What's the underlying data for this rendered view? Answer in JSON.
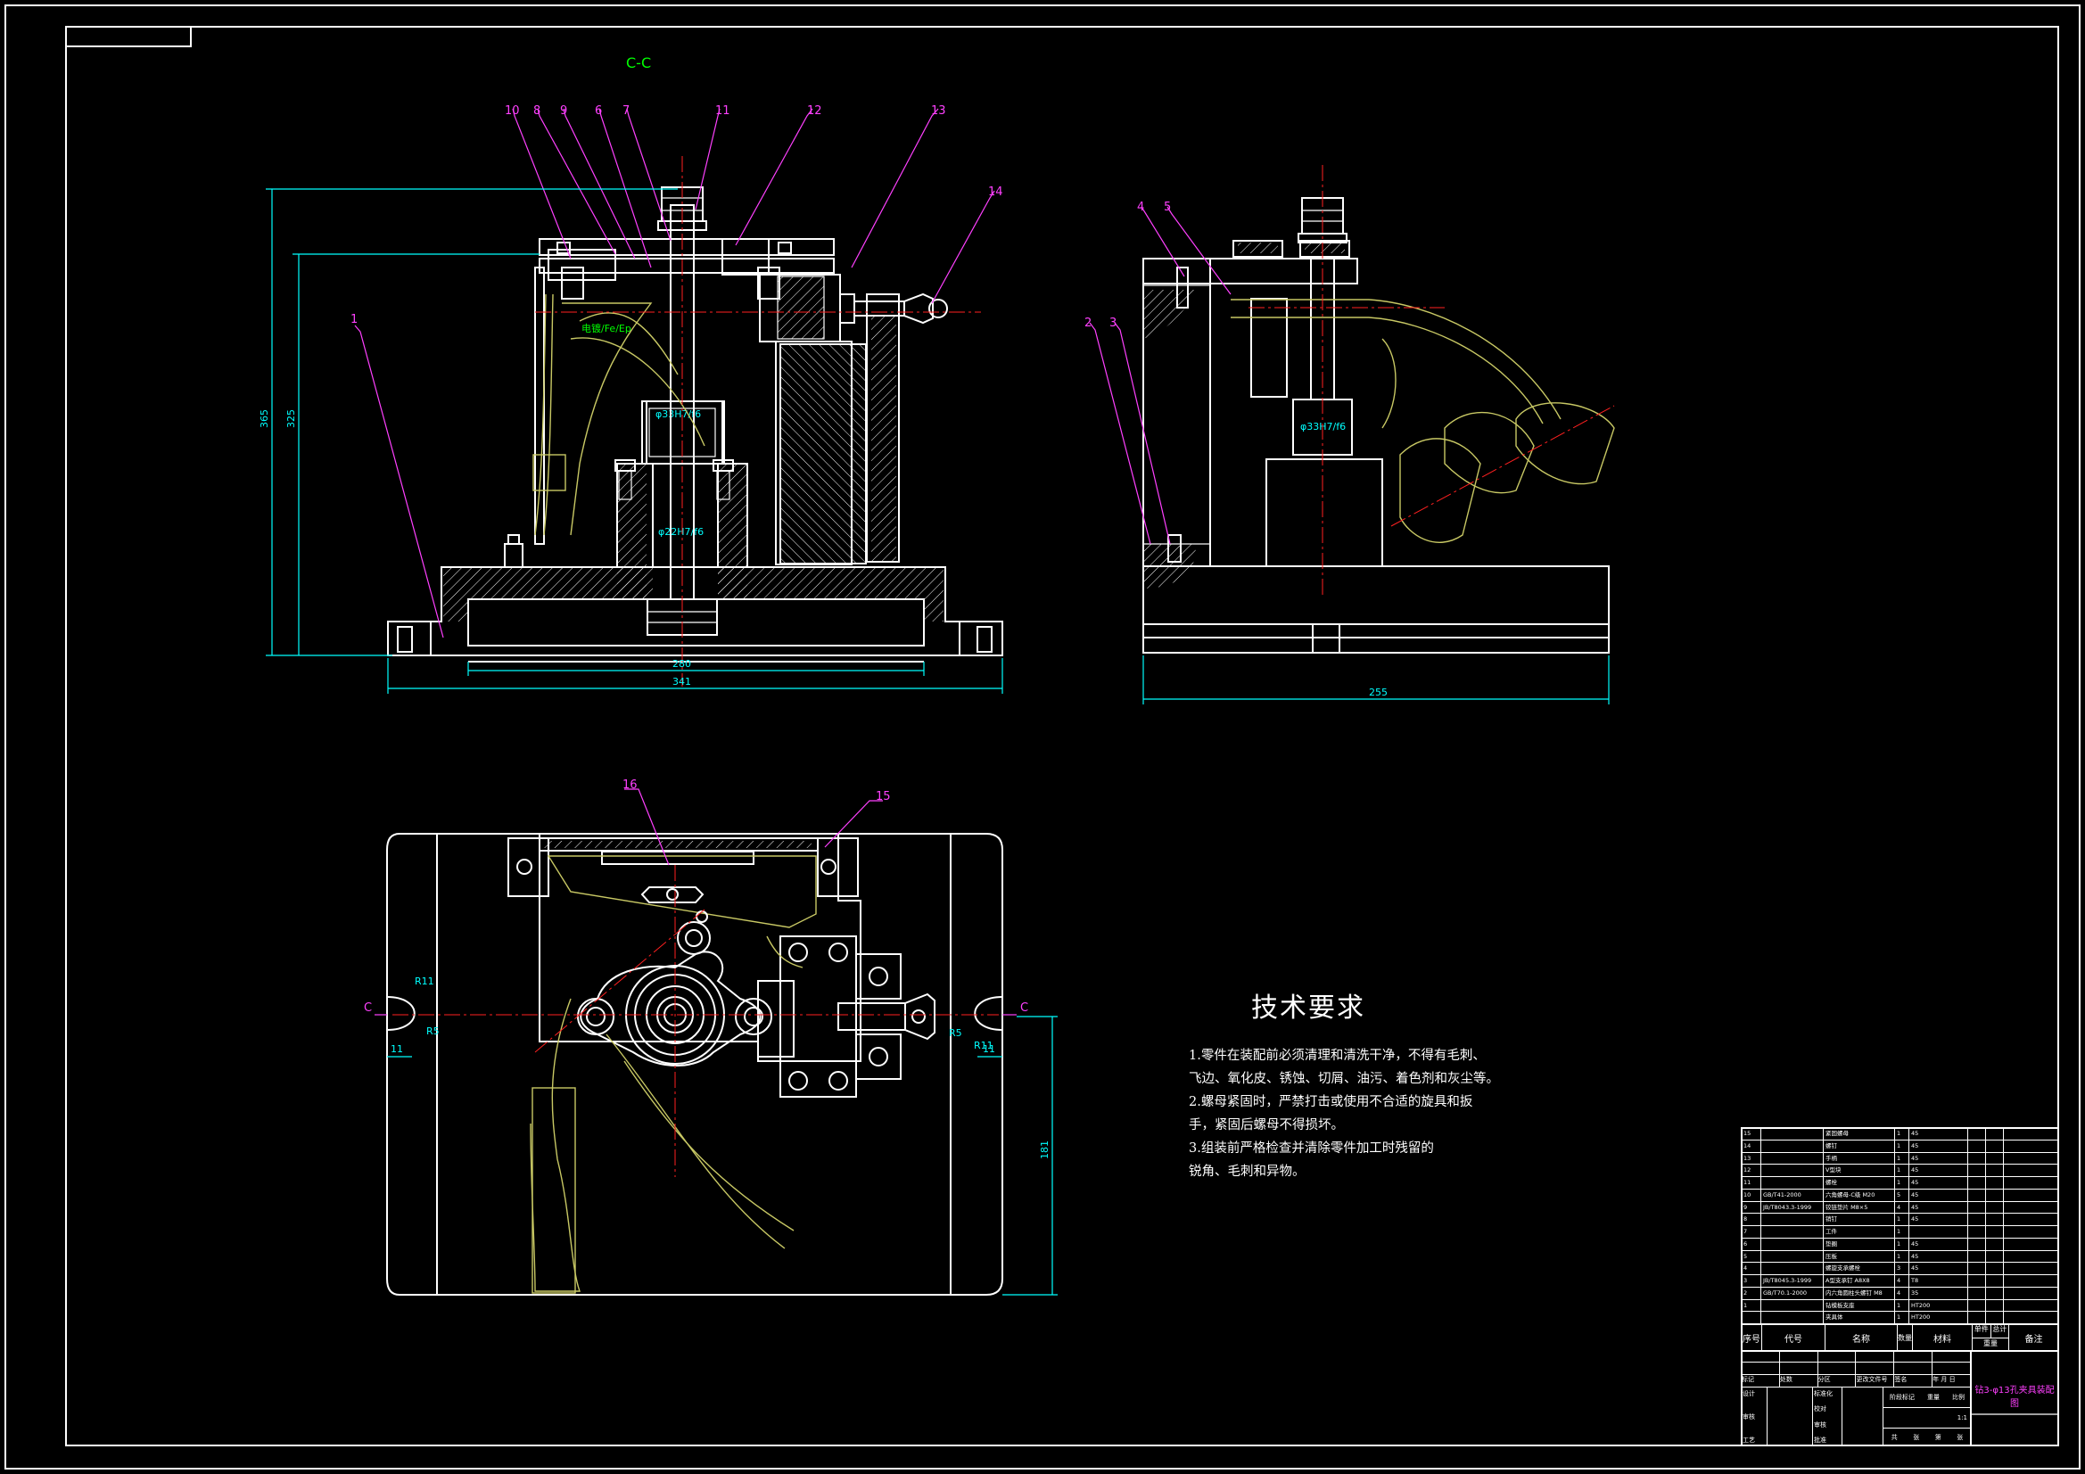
{
  "section_label": "C-C",
  "part_numbers": {
    "front": [
      "10",
      "8",
      "9",
      "6",
      "7",
      "11",
      "12",
      "13",
      "14",
      "1"
    ],
    "side": [
      "4",
      "5",
      "2",
      "3"
    ],
    "plan": [
      "16",
      "15"
    ]
  },
  "dimensions": {
    "front_height_total": "365",
    "front_height_inner": "325",
    "front_width_inner": "280",
    "front_width_total": "341",
    "side_width": "255",
    "plan_height": "181",
    "fit_1": "φ33H7/f6",
    "fit_2": "φ22H7/f6",
    "fit_side": "φ33H7/f6",
    "radius_r11_left": "R11",
    "radius_r5_left": "R5",
    "radius_r11_right": "R11",
    "radius_r5_right": "R5",
    "slot_11_left": "11",
    "slot_11_right": "11",
    "section_mark_left": "C",
    "section_mark_right": "C",
    "chamfer_label": "电镀/Fe/Ep"
  },
  "tech_requirements": {
    "title": "技术要求",
    "items": [
      "1.零件在装配前必须清理和清洗干净，不得有毛刺、",
      "飞边、氧化皮、锈蚀、切屑、油污、着色剂和灰尘等。",
      "2.螺母紧固时，严禁打击或使用不合适的旋具和扳",
      "手，紧固后螺母不得损坏。",
      "3.组装前严格检查并清除零件加工时残留的",
      "锐角、毛刺和异物。"
    ]
  },
  "title_block": {
    "drawing_title": "钻3-φ13孔夹具装配图",
    "header": [
      "序号",
      "代号",
      "名称",
      "数量",
      "材料",
      "单件",
      "总计",
      "备注"
    ],
    "weight_header": "重量",
    "rows": [
      [
        "15",
        "",
        "紧固螺母",
        "1",
        "45"
      ],
      [
        "14",
        "",
        "螺钉",
        "1",
        "45"
      ],
      [
        "13",
        "",
        "手柄",
        "1",
        "45"
      ],
      [
        "12",
        "",
        "V型块",
        "1",
        "45"
      ],
      [
        "11",
        "",
        "螺栓",
        "1",
        "45"
      ],
      [
        "10",
        "GB/T41-2000",
        "六角螺母-C级 M20",
        "5",
        "45"
      ],
      [
        "9",
        "JB/T8043.3-1999",
        "铰链垫片 M8×5",
        "4",
        "45"
      ],
      [
        "8",
        "",
        "销钉",
        "1",
        "45"
      ],
      [
        "7",
        "",
        "工件",
        "1",
        ""
      ],
      [
        "6",
        "",
        "垫圈",
        "1",
        "45"
      ],
      [
        "5",
        "",
        "压板",
        "1",
        "45"
      ],
      [
        "4",
        "",
        "螺旋支承螺栓",
        "3",
        "45"
      ],
      [
        "3",
        "JB/T8045.3-1999",
        "A型支承钉 A8X8",
        "4",
        "T8"
      ],
      [
        "2",
        "GB/T70.1-2000",
        "内六角圆柱头螺钉 M8",
        "4",
        "35"
      ],
      [
        "1",
        "",
        "钻模板支座",
        "1",
        "HT200"
      ],
      [
        "",
        "",
        "夹具体",
        "1",
        "HT200"
      ]
    ],
    "sign_rows": [
      "标记",
      "处数",
      "分区",
      "更改文件号",
      "签名",
      "年 月 日"
    ],
    "roles": [
      "设计",
      "审核",
      "工艺"
    ],
    "roles_mid": [
      "标准化",
      "校对",
      "审核",
      "批准"
    ],
    "stage_labels": [
      "阶段标记",
      "重量",
      "比例"
    ],
    "scale": "1:1",
    "sheet": [
      "共",
      "张",
      "第",
      "张"
    ]
  },
  "colors": {
    "background": "#000000",
    "outline": "#ffffff",
    "dimension": "#00ffff",
    "leader": "#ff40ff",
    "centerline": "#ff2020",
    "phantom": "#c8c864",
    "section_label": "#00ff00"
  }
}
